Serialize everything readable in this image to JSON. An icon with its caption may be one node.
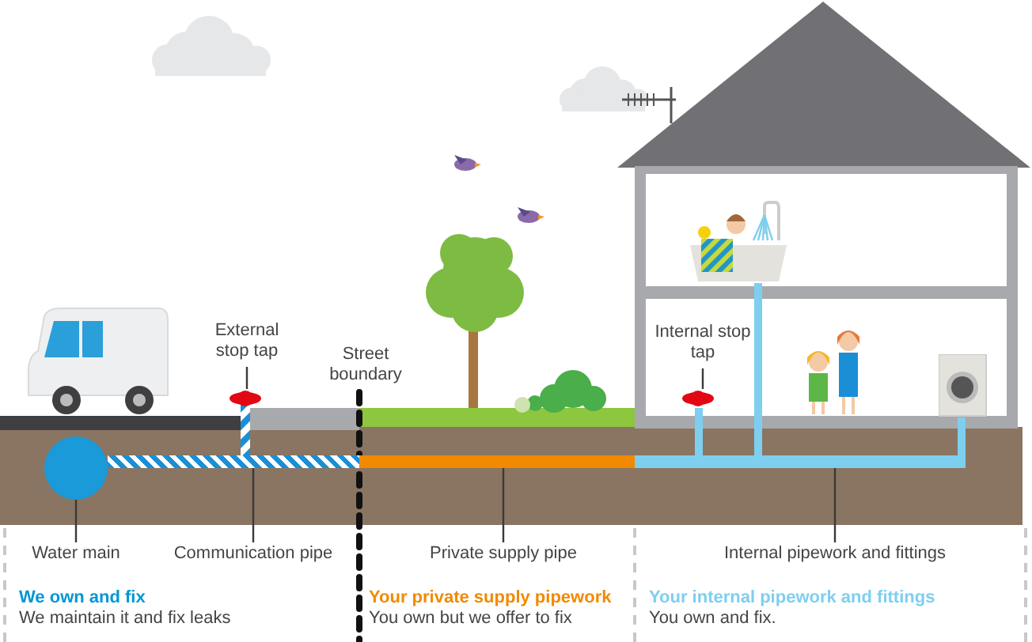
{
  "diagram": {
    "nodes": [
      {
        "text": [
          "External stop tap"
        ]
      },
      {
        "text": [],
        "shape": "tap"
      },
      {
        "text": [
          "Internal stop tap"
        ]
      },
      {
        "text": [],
        "shape": "tap"
      },
      {
        "text": [],
        "shape": "circle"
      },
      {
        "text": [],
        "shape": "bar"
      },
      {
        "text": [],
        "shape": "bar"
      },
      {
        "text": [],
        "shape": "bar"
      },
      {
        "text": [
          "Water main"
        ]
      },
      {
        "text": [
          "Communication pipe"
        ]
      },
      {
        "text": [
          "Private supply pipe"
        ]
      },
      {
        "text": [
          "Internal pipework and fittings"
        ]
      },
      {
        "text": [],
        "shape": "picture"
      },
      {
        "text": [],
        "shape": "picture"
      }
    ],
    "edges": [
      {
        "from": 0,
        "to": 1,
        "arrow": "none"
      },
      {
        "from": 2,
        "to": 3,
        "arrow": "none"
      },
      {
        "from": 8,
        "to": 4,
        "arrow": "none"
      },
      {
        "from": 9,
        "to": 5,
        "arrow": "none"
      },
      {
        "from": 10,
        "to": 6,
        "arrow": "none"
      },
      {
        "from": 11,
        "to": 7,
        "arrow": "none"
      },
      {
        "from": 3,
        "to": 7,
        "arrow": "none",
        "style": "thick",
        "color": "#7ecfef"
      },
      {
        "from": 12,
        "to": 7,
        "arrow": "none",
        "style": "thick",
        "color": "#7ecfef"
      },
      {
        "from": 13,
        "to": 7,
        "arrow": "none",
        "style": "thick",
        "color": "#7ecfef"
      }
    ],
    "labels": [
      "Street boundary",
      "We own and fix",
      "We maintain it and fix leaks",
      "Your private supply pipework",
      "You own but we offer to fix",
      "Your internal pipework and fittings",
      "You own and fix."
    ]
  }
}
